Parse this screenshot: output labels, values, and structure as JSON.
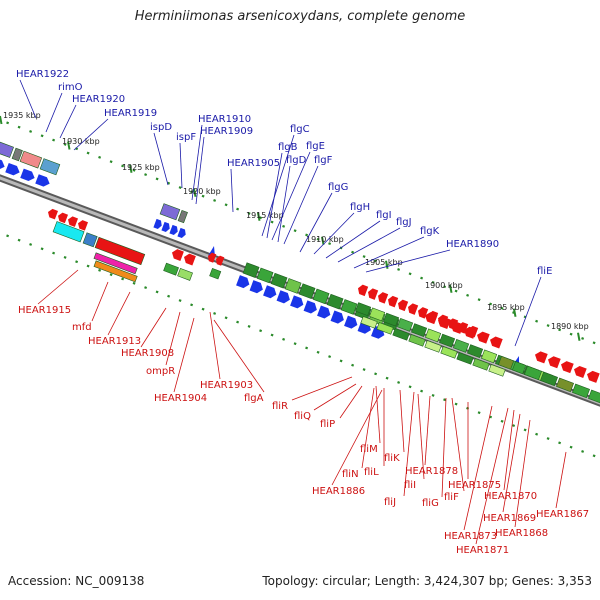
{
  "title": "Herminiimonas arsenicoxydans, complete genome",
  "accession_text": "Accession: NC_009138",
  "summary_text": "Topology: circular; Length: 3,424,307 bp; Genes: 3,353",
  "colors": {
    "forward_label": "#1a1aa8",
    "reverse_label": "#cc1111",
    "backbone": "#8a8a8a",
    "blue_cds": "#1a35e8",
    "red_cds": "#e81414",
    "green_cds": "#2d8a2d",
    "light_green": "#9be35a",
    "tick": "#2a8a2a"
  },
  "scale_labels": [
    "1935 kbp",
    "1930 kbp",
    "1925 kbp",
    "1920 kbp",
    "1915 kbp",
    "1910 kbp",
    "1905 kbp",
    "1900 kbp",
    "1895 kbp",
    "1890 kbp"
  ],
  "forward_genes": [
    "HEAR1922",
    "rimO",
    "HEAR1920",
    "HEAR1919",
    "ispD",
    "ispF",
    "HEAR1910",
    "HEAR1909",
    "HEAR1905",
    "flgC",
    "flgB",
    "flgE",
    "flgD",
    "flgF",
    "flgG",
    "flgH",
    "flgI",
    "flgJ",
    "flgK",
    "HEAR1890",
    "fliE"
  ],
  "reverse_genes": [
    "HEAR1915",
    "mfd",
    "HEAR1913",
    "HEAR1908",
    "ompR",
    "HEAR1904",
    "HEAR1903",
    "flgA",
    "fliR",
    "fliQ",
    "fliP",
    "fliM",
    "fliN",
    "fliL",
    "HEAR1886",
    "fliK",
    "fliJ",
    "fliI",
    "HEAR1878",
    "fliG",
    "fliF",
    "HEAR1875",
    "HEAR1873",
    "HEAR1871",
    "HEAR1870",
    "HEAR1869",
    "HEAR1868",
    "HEAR1867"
  ]
}
